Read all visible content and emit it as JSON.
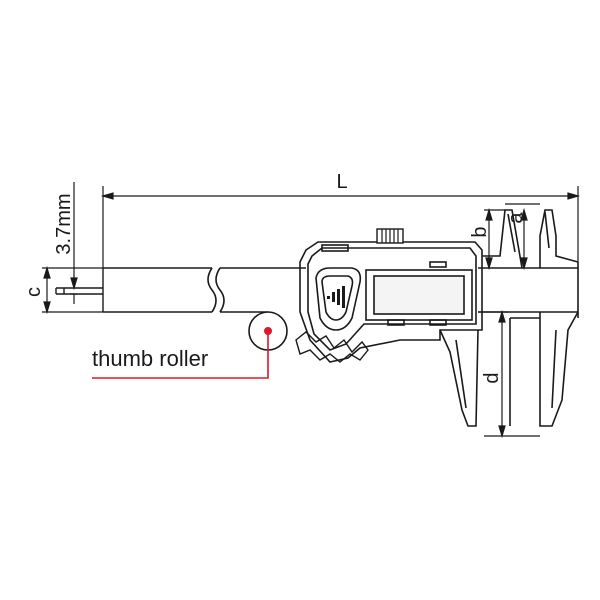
{
  "labels": {
    "length": "L",
    "height_c": "c",
    "depth_width": "3.7mm",
    "jaw_a": "a",
    "jaw_b": "b",
    "jaw_d": "d",
    "thumb_roller": "thumb roller"
  },
  "colors": {
    "line": "#1a1a1a",
    "callout": "#e0162b",
    "background": "#ffffff",
    "display_fill": "#f4f4f4"
  },
  "icons": {
    "button": "sound-wave-triangle-icon",
    "knob": "knurled-knob-icon",
    "roller": "thumb-roller-circle-icon"
  }
}
